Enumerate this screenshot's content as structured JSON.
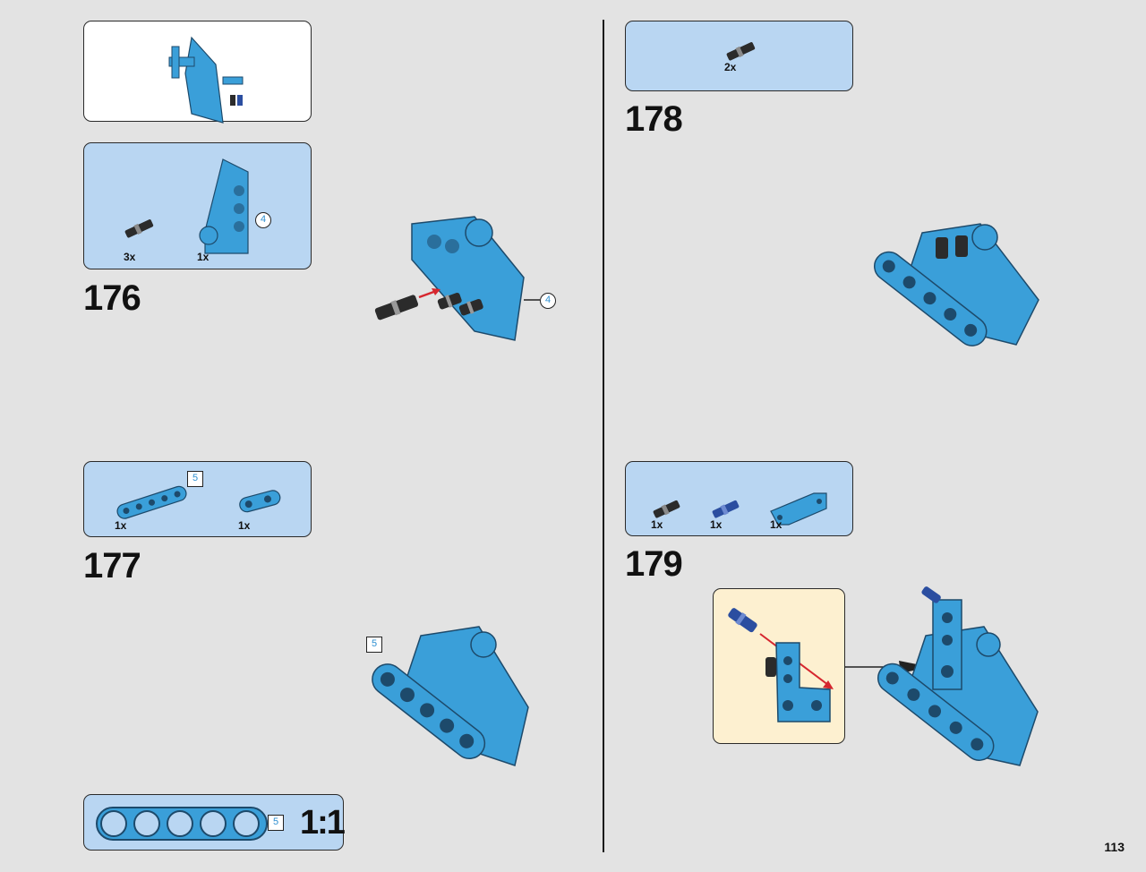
{
  "page_number": "113",
  "colors": {
    "part_blue": "#3a9fd9",
    "part_outline": "#1d4a6b",
    "pin_black": "#333333",
    "arrow_red": "#d6262e",
    "box_blue": "#b9d6f2",
    "box_cream": "#fdf0d0"
  },
  "steps": [
    {
      "number": "176",
      "parts": [
        {
          "qty": "3x",
          "part": "black-friction-pin-icon"
        },
        {
          "qty": "1x",
          "part": "blue-panel-icon"
        }
      ],
      "callout": "4"
    },
    {
      "number": "177",
      "parts": [
        {
          "qty": "1x",
          "part": "blue-beam-5-icon"
        },
        {
          "qty": "1x",
          "part": "blue-beam-connector-icon"
        }
      ],
      "length_label": "5",
      "callout": "5"
    },
    {
      "number": "178",
      "parts": [
        {
          "qty": "2x",
          "part": "black-friction-pin-icon"
        }
      ]
    },
    {
      "number": "179",
      "parts": [
        {
          "qty": "1x",
          "part": "black-friction-pin-icon"
        },
        {
          "qty": "1x",
          "part": "blue-axle-pin-icon"
        },
        {
          "qty": "1x",
          "part": "blue-angled-beam-icon"
        }
      ]
    }
  ],
  "scale_reference": {
    "length": "5",
    "label": "1:1"
  }
}
